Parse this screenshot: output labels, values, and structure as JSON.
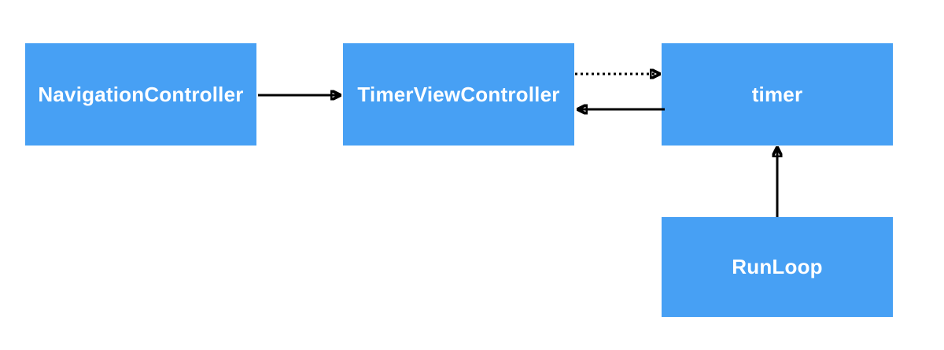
{
  "diagram": {
    "background_color": "#ffffff",
    "node_fill_color": "#47a0f4",
    "node_text_color": "#ffffff",
    "arrow_color": "#000000",
    "nodes": [
      {
        "id": "navigation-controller",
        "label": "NavigationController"
      },
      {
        "id": "timer-view-controller",
        "label": "TimerViewController"
      },
      {
        "id": "timer",
        "label": "timer"
      },
      {
        "id": "run-loop",
        "label": "RunLoop"
      }
    ],
    "edges": [
      {
        "from": "NavigationController",
        "to": "TimerViewController",
        "style": "solid",
        "direction": "right"
      },
      {
        "from": "TimerViewController",
        "to": "timer",
        "style": "dotted",
        "direction": "right"
      },
      {
        "from": "timer",
        "to": "TimerViewController",
        "style": "solid",
        "direction": "left"
      },
      {
        "from": "RunLoop",
        "to": "timer",
        "style": "solid",
        "direction": "up"
      }
    ]
  }
}
